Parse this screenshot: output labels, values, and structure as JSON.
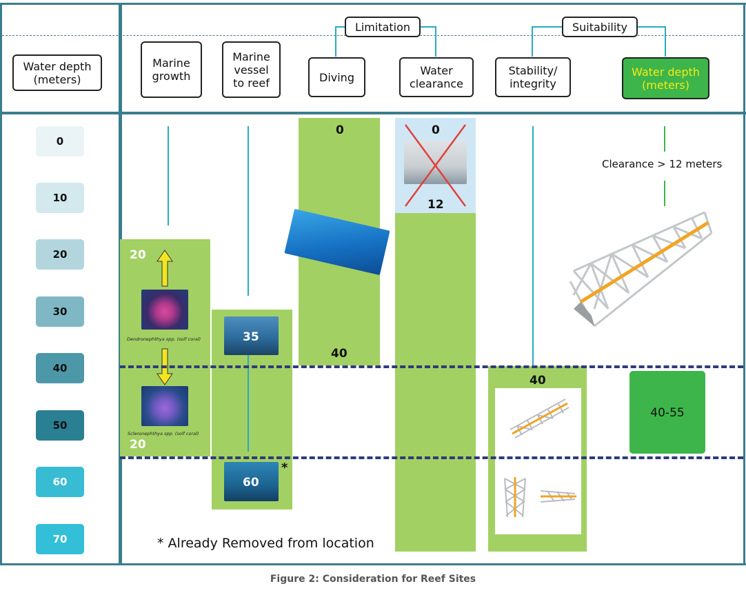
{
  "header": {
    "left_label": "Water depth\n(meters)",
    "marine_growth": "Marine\ngrowth",
    "marine_vessel": "Marine\nvessel\nto reef",
    "limitation": "Limitation",
    "diving": "Diving",
    "water_clearance": "Water\nclearance",
    "suitability": "Suitability",
    "stability": "Stability/\nintegrity",
    "water_depth_suit": "Water depth\n(meters)"
  },
  "depth_scale": [
    "0",
    "10",
    "20",
    "30",
    "40",
    "50",
    "60",
    "70"
  ],
  "marine_growth": {
    "top": "20",
    "bottom": "20",
    "coral1_caption": "Dendronephthya spp. (solf coral)",
    "coral2_caption": "Scleronephthya spp. (solf coral)"
  },
  "vessel": {
    "wreck1": "35",
    "wreck2": "60",
    "asterisk": "*"
  },
  "diving": {
    "top": "0",
    "bottom": "40"
  },
  "clearance": {
    "top": "0",
    "bottom": "12"
  },
  "stability": {
    "top": "40"
  },
  "suitability": {
    "clearance_note": "Clearance > 12 meters",
    "range": "40-55"
  },
  "footnote": "* Already Removed from location",
  "caption": "Figure 2: Consideration for Reef Sites",
  "colors": {
    "frame": "#3a7d8c",
    "green": "#a3d063",
    "suit_green": "#3db54a",
    "line": "#29a9c2",
    "dash": "#2f3a7a",
    "highlight_text": "#f5ea14"
  }
}
